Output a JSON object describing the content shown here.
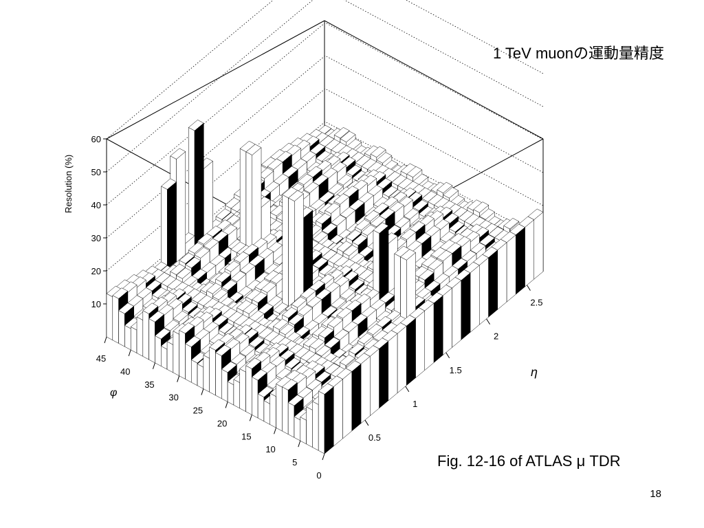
{
  "slide": {
    "title": "1 TeV muonの運動量精度",
    "caption": "Fig. 12-16 of ATLAS μ TDR",
    "page_number": "18"
  },
  "chart_data": {
    "type": "lego",
    "zlabel": "Resolution (%)",
    "xlabel": "φ",
    "ylabel": "η",
    "x_ticks": [
      "0",
      "5",
      "10",
      "15",
      "20",
      "25",
      "30",
      "35",
      "40",
      "45"
    ],
    "y_ticks": [
      "0.5",
      "1",
      "1.5",
      "2",
      "2.5"
    ],
    "z_ticks": [
      "10",
      "20",
      "30",
      "40",
      "50",
      "60"
    ],
    "xlim": [
      0,
      45
    ],
    "ylim": [
      0,
      2.7
    ],
    "zlim": [
      0,
      60
    ],
    "baseline_resolution": 10,
    "edge_phi0_resolution": 18,
    "peaks": [
      {
        "phi": 45,
        "eta": 1.1,
        "resolution": 60
      },
      {
        "phi": 45,
        "eta": 0.8,
        "resolution": 58
      },
      {
        "phi": 22.5,
        "eta": 1.0,
        "resolution": 62
      },
      {
        "phi": 35,
        "eta": 1.2,
        "resolution": 55
      },
      {
        "phi": 5,
        "eta": 1.3,
        "resolution": 40
      },
      {
        "phi": 12,
        "eta": 1.45,
        "resolution": 35
      }
    ]
  }
}
